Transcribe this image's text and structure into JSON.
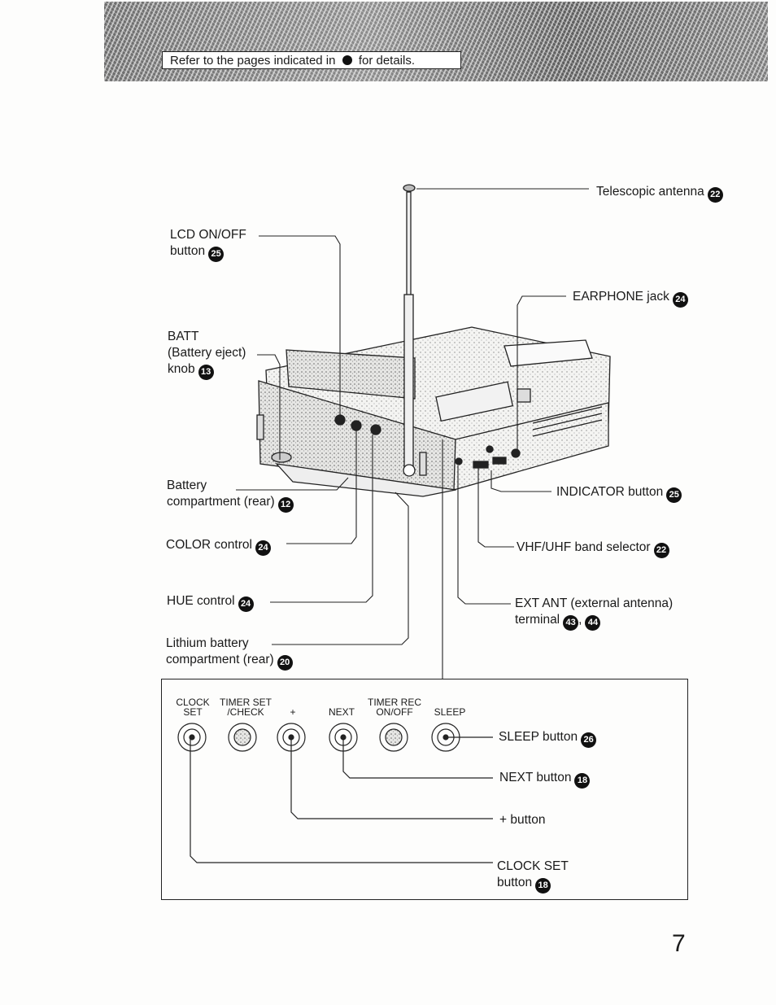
{
  "header": {
    "note_before": "Refer to the pages indicated in",
    "note_after": "for details."
  },
  "callouts": {
    "telescopic_antenna": {
      "label": "Telescopic antenna",
      "page": "22"
    },
    "lcd_on_off": {
      "line1": "LCD ON/OFF",
      "line2": "button",
      "page": "25"
    },
    "earphone_jack": {
      "label": "EARPHONE jack",
      "page": "24"
    },
    "batt_knob": {
      "line1": "BATT",
      "line2": "(Battery eject)",
      "line3": "knob",
      "page": "13"
    },
    "battery_compartment": {
      "line1": "Battery",
      "line2": "compartment (rear)",
      "page": "12"
    },
    "indicator_button": {
      "label": "INDICATOR button",
      "page": "25"
    },
    "color_control": {
      "label": "COLOR control",
      "page": "24"
    },
    "vhf_uhf_selector": {
      "label": "VHF/UHF band selector",
      "page": "22"
    },
    "hue_control": {
      "label": "HUE control",
      "page": "24"
    },
    "ext_ant": {
      "line1": "EXT ANT (external antenna)",
      "line2": "terminal",
      "page_a": "43",
      "page_b": "44"
    },
    "lithium_battery": {
      "line1": "Lithium battery",
      "line2": "compartment (rear)",
      "page": "20"
    }
  },
  "panel": {
    "buttons": [
      {
        "line1": "CLOCK",
        "line2": "SET"
      },
      {
        "line1": "TIMER SET",
        "line2": "/CHECK"
      },
      {
        "line1": "",
        "line2": "+"
      },
      {
        "line1": "",
        "line2": "NEXT"
      },
      {
        "line1": "TIMER REC",
        "line2": "ON/OFF"
      },
      {
        "line1": "",
        "line2": "SLEEP"
      }
    ],
    "callouts": {
      "sleep": {
        "label": "SLEEP button",
        "page": "26"
      },
      "next": {
        "label": "NEXT button",
        "page": "18"
      },
      "plus": {
        "label": "+ button"
      },
      "clock_set": {
        "line1": "CLOCK SET",
        "line2": "button",
        "page": "18"
      }
    }
  },
  "page_number": "7"
}
